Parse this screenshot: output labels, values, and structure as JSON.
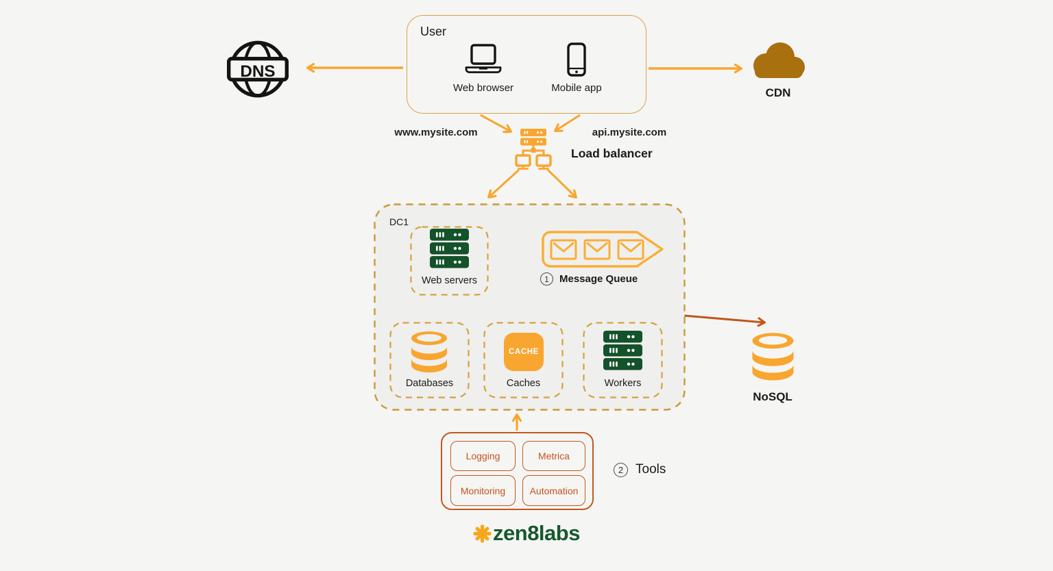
{
  "colors": {
    "orange": "#F8A630",
    "rust_arrow": "#C2551A",
    "green": "#14522A",
    "tan_dash": "#CB983B",
    "cdn_brown": "#A8700F",
    "dc1_fill": "#EFEFED",
    "text": "#1A1A1A"
  },
  "dns": {
    "label": "DNS"
  },
  "user": {
    "title": "User",
    "web_browser": "Web browser",
    "mobile_app": "Mobile app"
  },
  "cdn": {
    "label": "CDN"
  },
  "load_balancer": {
    "label": "Load balancer",
    "www_domain": "www.mysite.com",
    "api_domain": "api.mysite.com"
  },
  "dc1": {
    "label": "DC1",
    "web_servers": {
      "label": "Web servers"
    },
    "message_queue": {
      "number": "1",
      "label": "Message Queue"
    },
    "databases": {
      "label": "Databases"
    },
    "caches": {
      "label": "Caches",
      "icon_text": "CACHE"
    },
    "workers": {
      "label": "Workers"
    }
  },
  "nosql": {
    "label": "NoSQL"
  },
  "tools": {
    "number": "2",
    "label": "Tools",
    "items": [
      {
        "label": "Logging"
      },
      {
        "label": "Metrica"
      },
      {
        "label": "Monitoring"
      },
      {
        "label": "Automation"
      }
    ]
  },
  "logo": {
    "text": "zen8labs"
  }
}
